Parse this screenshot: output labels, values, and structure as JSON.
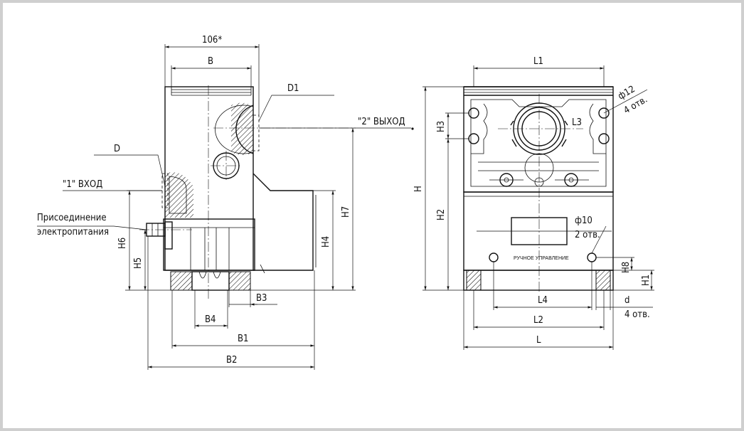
{
  "labels": {
    "dim_106": "106*",
    "B": "B",
    "D1": "D1",
    "D": "D",
    "outlet": "\"2\" ВЫХОД",
    "inlet": "\"1\" ВХОД",
    "power_line1": "Присоединение",
    "power_line2": "электропитания",
    "H6": "H6",
    "H5": "H5",
    "H4": "H4",
    "H7": "H7",
    "B3": "B3",
    "B4": "B4",
    "B1": "B1",
    "B2": "B2",
    "L1": "L1",
    "phi12": "ф12",
    "holes4_a": "4 отв.",
    "H3": "H3",
    "L3": "L3",
    "H": "H",
    "H2": "H2",
    "phi10": "ф10",
    "holes2": "2 отв.",
    "manual": "РУЧНОЕ УПРАВЛЕНИЕ",
    "H8": "H8",
    "H1": "H1",
    "L4": "L4",
    "d": "d",
    "holes4_b": "4 отв.",
    "L2": "L2",
    "L": "L"
  }
}
